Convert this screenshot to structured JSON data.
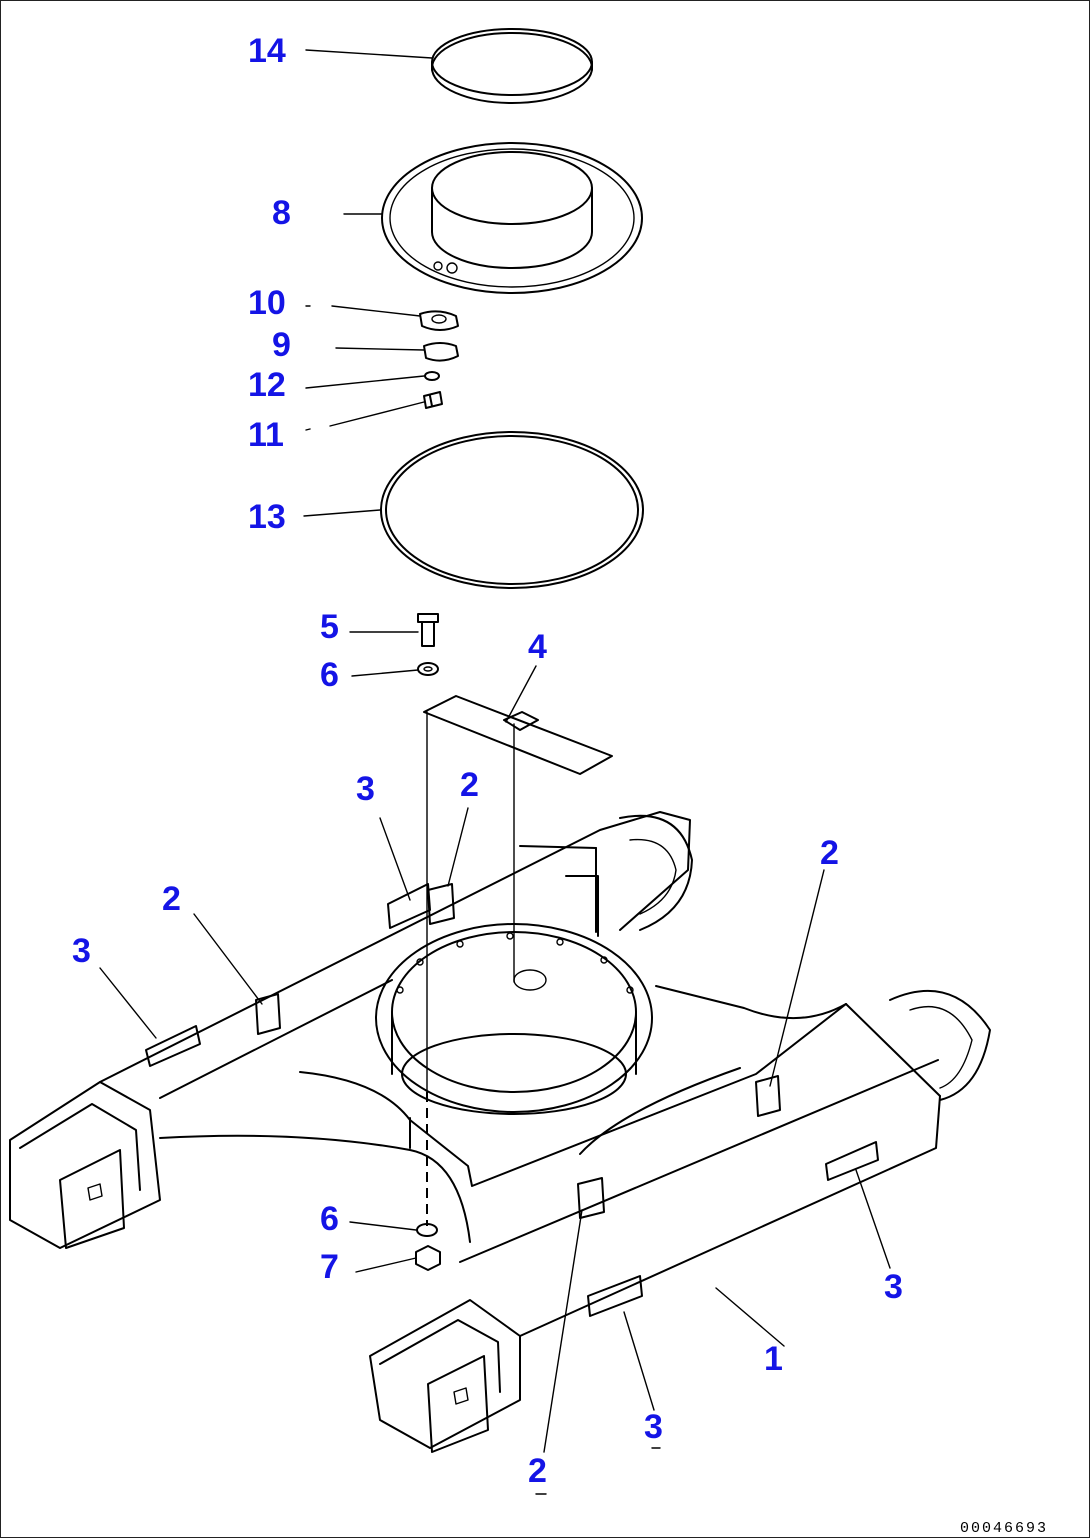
{
  "diagram": {
    "callouts": {
      "c14": "14",
      "c8": "8",
      "c10": "10",
      "c9": "9",
      "c12": "12",
      "c11": "11",
      "c13": "13",
      "c5": "5",
      "c6a": "6",
      "c4": "4",
      "c3a": "3",
      "c2a": "2",
      "c2b": "2",
      "c2c": "2",
      "c3b": "3",
      "c6b": "6",
      "c7": "7",
      "c3c": "3",
      "c1": "1",
      "c3d": "3",
      "c2d": "2"
    },
    "document_id": "00046693",
    "colors": {
      "callout": "#1414e6",
      "linework": "#000000"
    }
  }
}
